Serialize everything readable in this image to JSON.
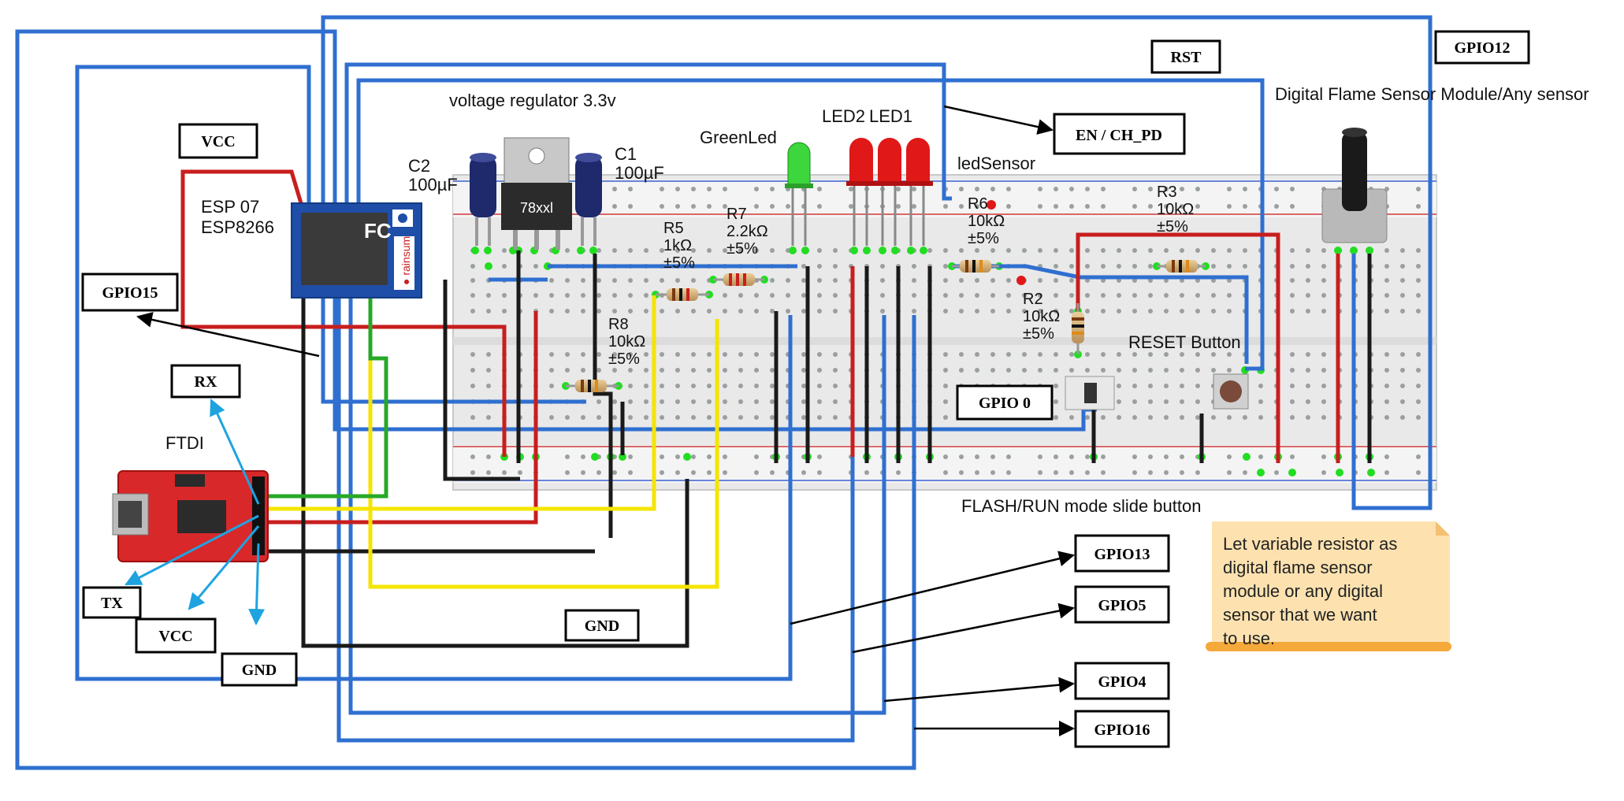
{
  "components": {
    "regulator_title": "voltage regulator 3.3v",
    "regulator_part": "78xxl",
    "c2_name": "C2",
    "c2_value": "100µF",
    "c1_name": "C1",
    "c1_value": "100µF",
    "esp_line1": "ESP 07",
    "esp_line2": "ESP8266",
    "green_led": "GreenLed",
    "led2": "LED2",
    "led1": "LED1",
    "led_sensor": "ledSensor",
    "flame_sensor": "Digital Flame Sensor Module/Any sensor",
    "ftdi": "FTDI",
    "reset_button": "RESET Button",
    "slide_button": "FLASH/RUN mode slide button"
  },
  "resistors": {
    "r5": {
      "name": "R5",
      "value": "1kΩ",
      "tol": "±5%"
    },
    "r7": {
      "name": "R7",
      "value": "2.2kΩ",
      "tol": "±5%"
    },
    "r6": {
      "name": "R6",
      "value": "10kΩ",
      "tol": "±5%"
    },
    "r3": {
      "name": "R3",
      "value": "10kΩ",
      "tol": "±5%"
    },
    "r2": {
      "name": "R2",
      "value": "10kΩ",
      "tol": "±5%"
    },
    "r8": {
      "name": "R8",
      "value": "10kΩ",
      "tol": "±5%"
    }
  },
  "pins": {
    "vcc_top": "VCC",
    "gpio15": "GPIO15",
    "rx": "RX",
    "tx": "TX",
    "vcc_bottom": "VCC",
    "gnd_left": "GND",
    "gnd_mid": "GND",
    "rst": "RST",
    "gpio12": "GPIO12",
    "en": "EN / CH_PD",
    "gpio0": "GPIO 0",
    "gpio13": "GPIO13",
    "gpio5": "GPIO5",
    "gpio4": "GPIO4",
    "gpio16": "GPIO16"
  },
  "note": {
    "line1": "Let variable resistor as",
    "line2": "digital flame sensor",
    "line3": "module or any digital",
    "line4": "sensor that we want",
    "line5": "to use."
  },
  "colors": {
    "wire_blue": "#2f6fd0",
    "wire_red": "#c81e1e",
    "wire_black": "#1a1a1a",
    "wire_yellow": "#f5e400",
    "wire_green": "#27a827",
    "hole_green": "#22dd22",
    "breadboard": "#ececec",
    "arrow_cyan": "#1fa3e0",
    "note_fill": "#fde2b0"
  }
}
